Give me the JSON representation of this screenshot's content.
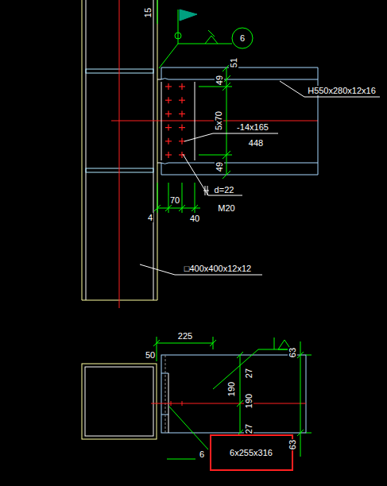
{
  "diagram": {
    "labels": [
      "15",
      "6",
      "51",
      "49",
      "5x70",
      "-14x165",
      "H550x280x12x16",
      "448",
      "49",
      "d=22",
      "M20",
      "70",
      "4",
      "40",
      "□400x400x12x12",
      "225",
      "50",
      "63",
      "27",
      "190",
      "190",
      "27",
      "63",
      "6",
      "6x255x316"
    ]
  }
}
